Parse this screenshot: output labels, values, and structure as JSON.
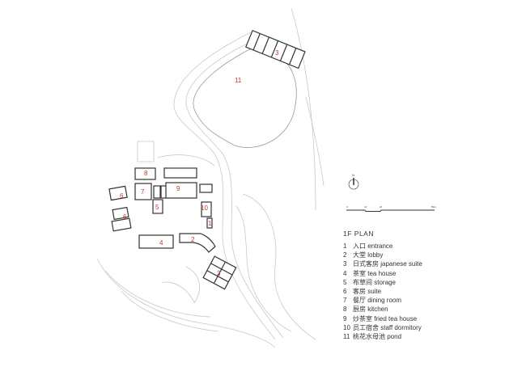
{
  "plan_title": "1F PLAN",
  "north_label": "N",
  "scale_labels": [
    "0",
    "10",
    "20",
    "50m"
  ],
  "legend": [
    {
      "num": "1",
      "zh": "入口",
      "en": "entrance"
    },
    {
      "num": "2",
      "zh": "大堂",
      "en": "lobby"
    },
    {
      "num": "3",
      "zh": "日式客房",
      "en": "japanese suite"
    },
    {
      "num": "4",
      "zh": "茶室",
      "en": "tea house"
    },
    {
      "num": "5",
      "zh": "布草间",
      "en": "storage"
    },
    {
      "num": "6",
      "zh": "客房",
      "en": "suite"
    },
    {
      "num": "7",
      "zh": "餐厅",
      "en": "dining room"
    },
    {
      "num": "8",
      "zh": "厨房",
      "en": "kitchen"
    },
    {
      "num": "9",
      "zh": "炒茶室",
      "en": "fried tea house"
    },
    {
      "num": "10",
      "zh": "员工宿舍",
      "en": "staff dormitory"
    },
    {
      "num": "11",
      "zh": "桃花水母池",
      "en": "pond"
    }
  ],
  "plan_labels": {
    "l1": "1",
    "l2": "2",
    "l3a": "3",
    "l3b": "3",
    "l4": "4",
    "l5": "5",
    "l6a": "6",
    "l6b": "6",
    "l7": "7",
    "l8": "8",
    "l9": "9",
    "l10": "10",
    "l11": "11"
  },
  "colors": {
    "label": "#c0392b",
    "line": "#333333",
    "context": "#c8c8c8"
  }
}
